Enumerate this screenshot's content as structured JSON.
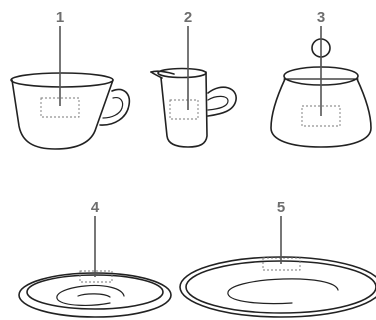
{
  "callouts": [
    {
      "id": "1",
      "label": "1"
    },
    {
      "id": "2",
      "label": "2"
    },
    {
      "id": "3",
      "label": "3"
    },
    {
      "id": "4",
      "label": "4"
    },
    {
      "id": "5",
      "label": "5"
    }
  ],
  "colors": {
    "outline": "#222222",
    "leader": "#555555",
    "callout_text": "#6e6e6e",
    "print_zone": "#777777",
    "background": "#ffffff"
  }
}
